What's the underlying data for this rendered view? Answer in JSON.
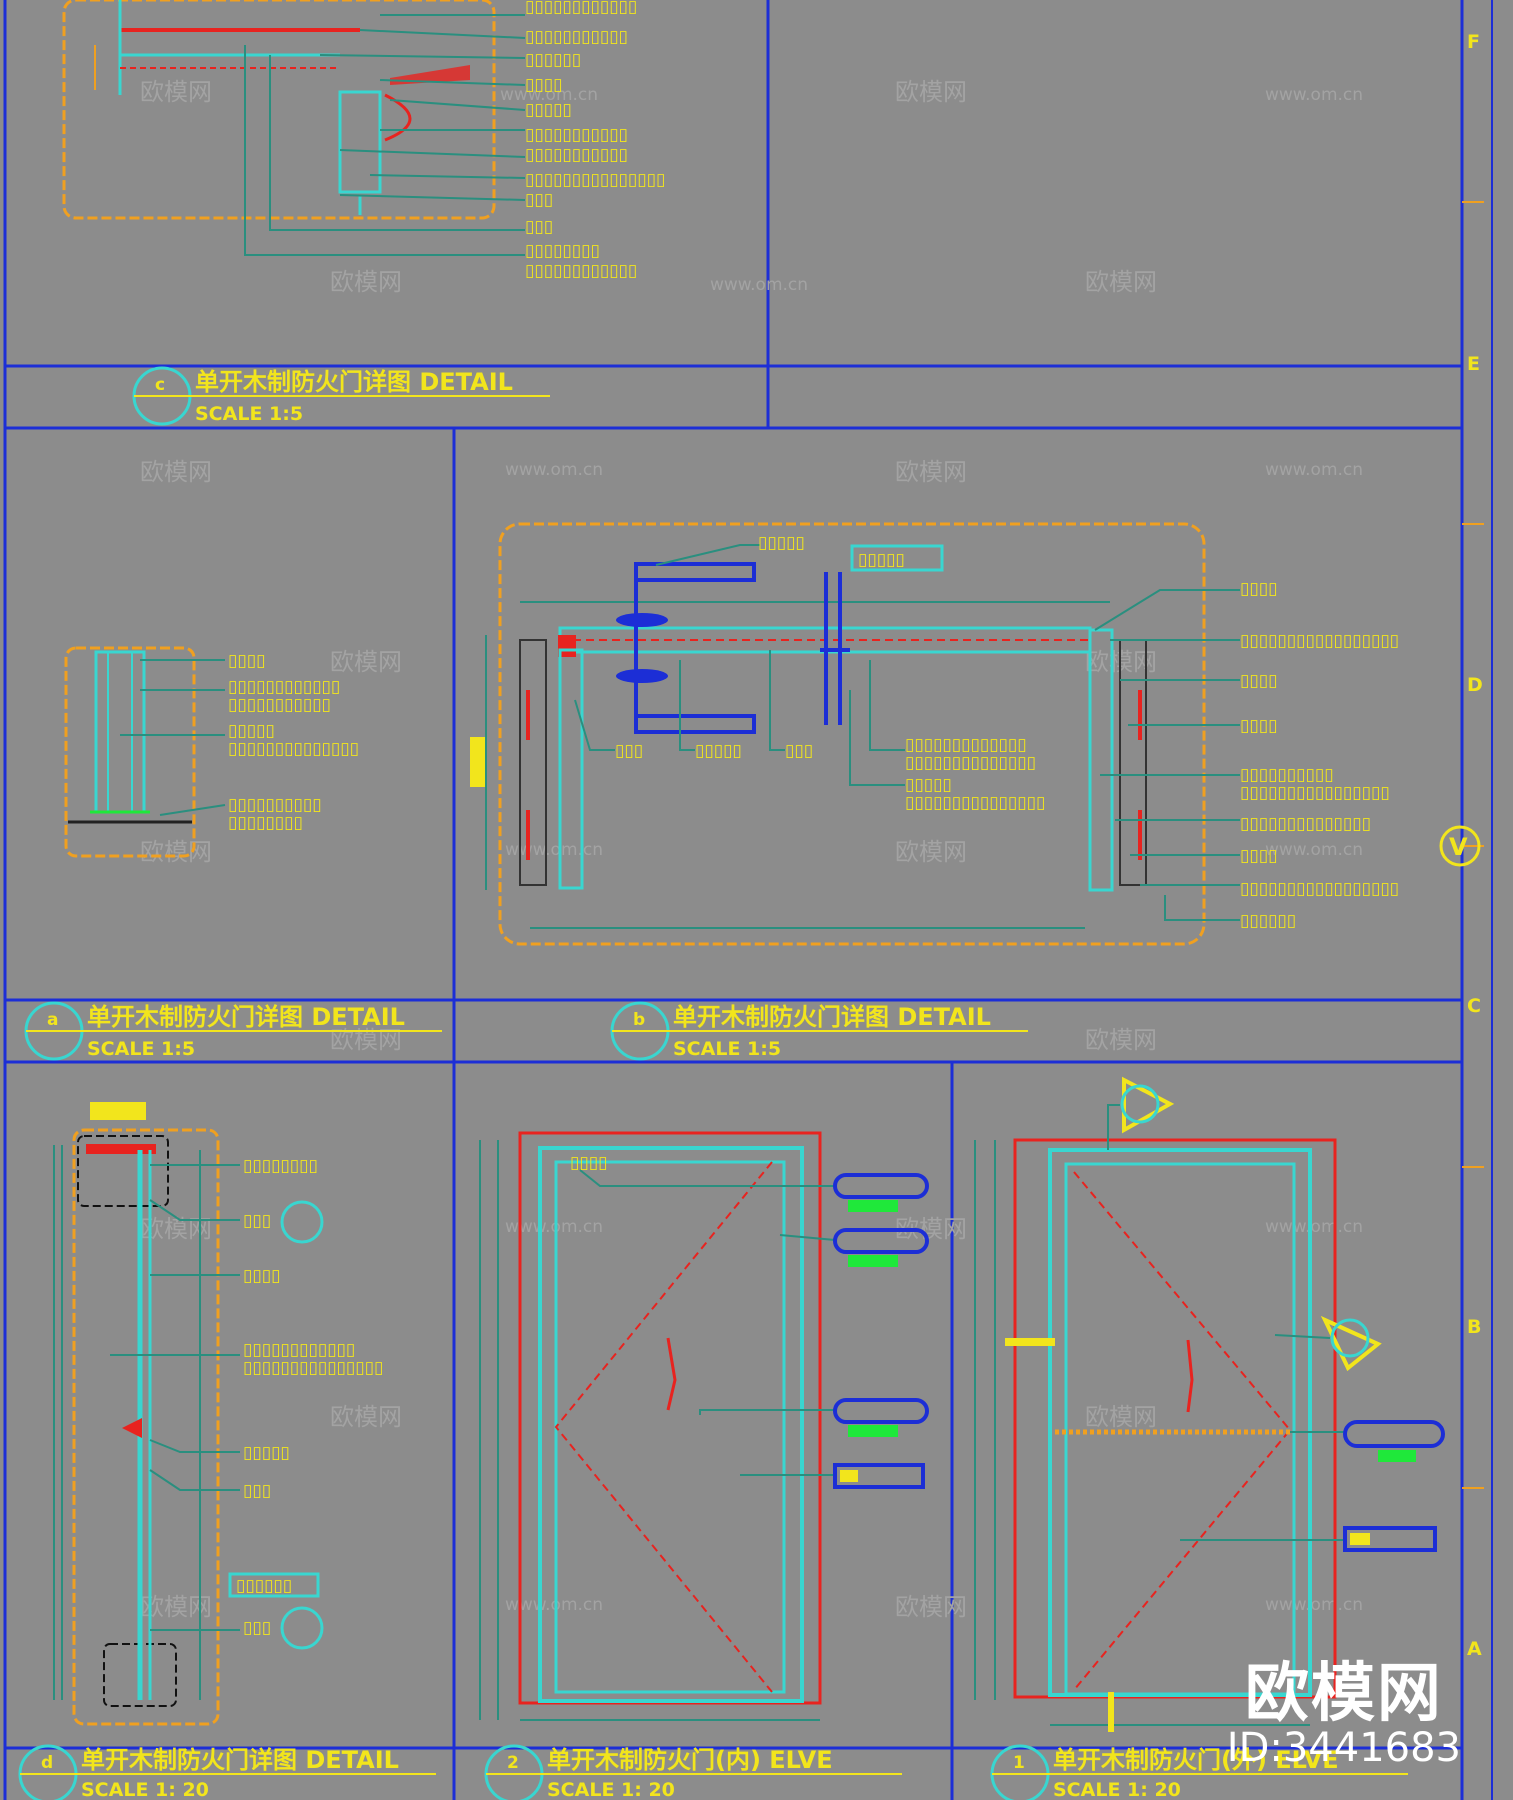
{
  "colors": {
    "background": "#8c8c8c",
    "frame": "#1c2ed6",
    "text": "#f2e51c",
    "cyan": "#39d6d0",
    "red": "#e8231f",
    "green": "#1fe83a",
    "orange": "#f0a020",
    "teal": "#2a8f7f"
  },
  "grid_labels": [
    "F",
    "E",
    "D",
    "C",
    "B",
    "A"
  ],
  "section_marker": "V",
  "details": {
    "c": {
      "tag": "c",
      "title": "单开木制防火门详图   DETAIL",
      "scale": "SCALE 1:5"
    },
    "a": {
      "tag": "a",
      "title": "单开木制防火门详图   DETAIL",
      "scale": "SCALE 1:5"
    },
    "b": {
      "tag": "b",
      "title": "单开木制防火门详图   DETAIL",
      "scale": "SCALE 1:5"
    },
    "d": {
      "tag": "d",
      "title": "单开木制防火门详图   DETAIL",
      "scale": "SCALE 1: 20"
    },
    "e2": {
      "tag": "2",
      "title": "单开木制防火门(内)   ELVE",
      "scale": "SCALE 1: 20"
    },
    "e1": {
      "tag": "1",
      "title": "单开木制防火门(外)   ELVE",
      "scale": "SCALE 1: 20"
    }
  },
  "watermark": {
    "cn": "欧模网",
    "url": "www.om.cn"
  },
  "logo": {
    "cn": "欧模网",
    "id": "ID:3441683"
  }
}
